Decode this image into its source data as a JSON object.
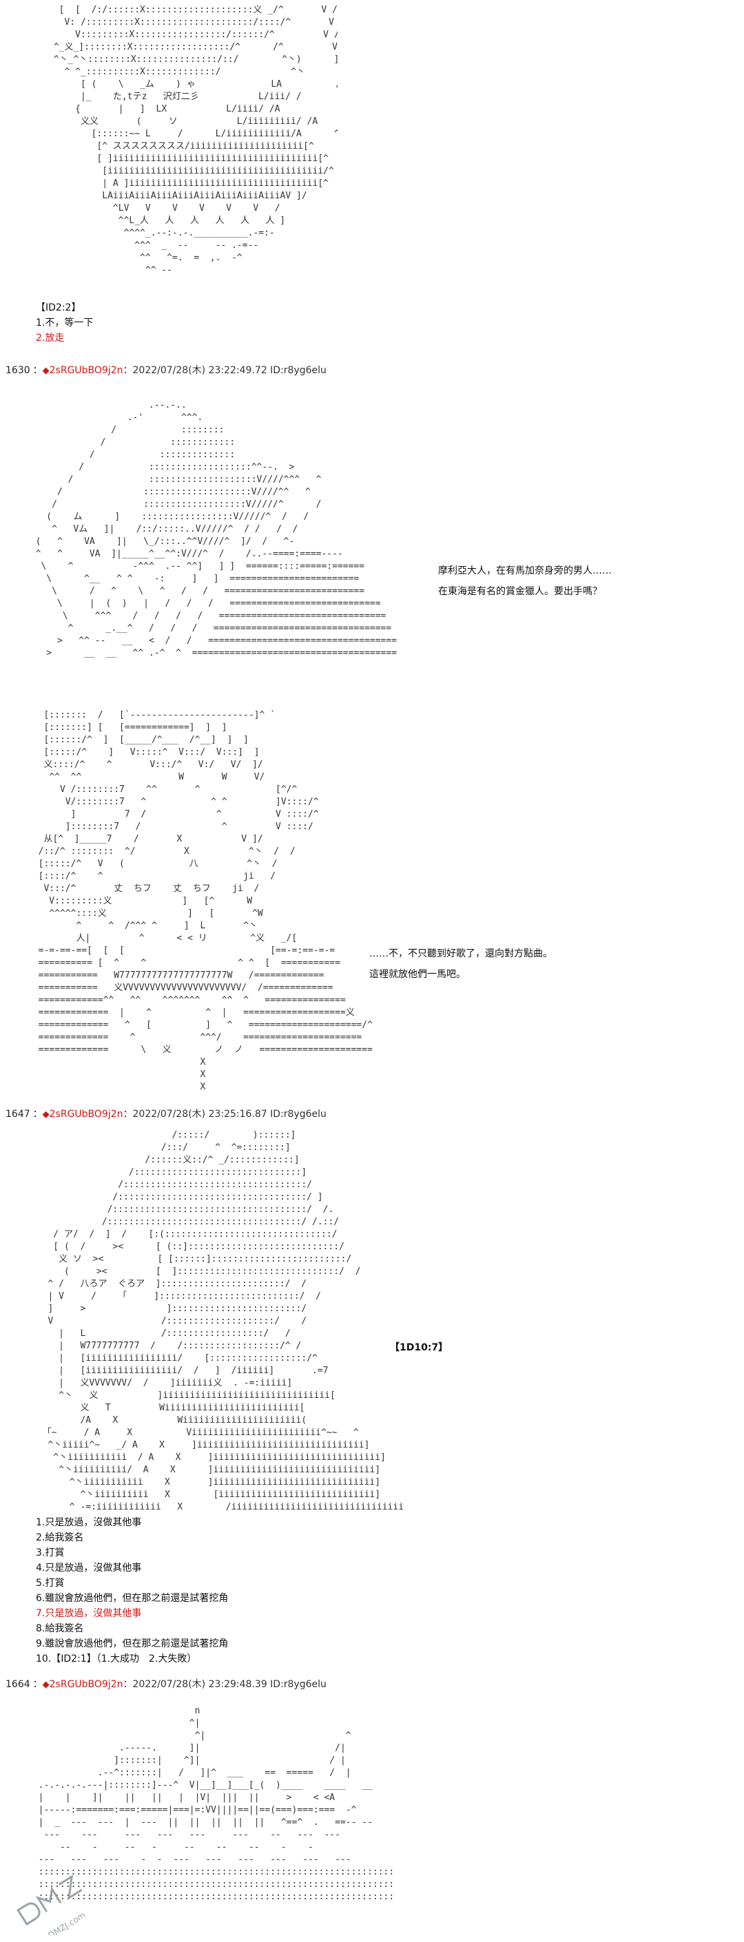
{
  "blocks": [
    {
      "id": "aa1",
      "lines": [
        "  [  [  /:/::::::X::::::::::::::::::::义 _/^       V /::::::]",
        "   V: /:::::::::X:::::::::::::::::::::/::::/^       V /:::::/",
        "     V:::::::::X:::::::::::::::::/::::::/^         V /:::::/",
        " ^_义_]::::::::X::::::::::::::::::/^      /^         V /::::/",
        " ^丶_^丶::::::::X:::::::::::::::/::/        ^丶)      ]::::::/",
        "   ^ ^_::::::::::X:::::::::::::/             ^丶       /::::/",
        "      [ (    \\   _ム    ) ゃ              LA          /::::/",
        "      |_    た,tテz   沢灯二彡           L/iii/ /         リ:::/",
        "     {       |   ]  LX           L/iiii/ /A            リ",
        "      义义       (     ソ           L/iiiiiiiii/ /A",
        "        [::::::~~ L     /      L/iiiiiiiiiiii/A      ^丶",
        "         [^ スススススススス/iiiiiiiiiiiiiiiiiiiii[^",
        "         [ ]iiiiiiiiiiiiiiiiiiiiiiiiiiiiiiiiiiiiii[^",
        "          [iiiiiiiiiiiiiiiiiiiiiiiiiiiiiiiiiiiiiiii/^ ]",
        "          | A ]iiiiiiiiiiiiiiiiiiiiiiiiiiiiiiiiiii[^  ]/",
        "          LAiiiAiiiAiiiAiiiAiiiAiiiAiiiAiiiAV ]/",
        "            ^LV   V    V    V    V    V   /",
        "             ^^L_人   人   人   人   人   人 ]",
        "              ^^^^_.--:-.-.__________.-=:-",
        "                ^^^  _  --     -- .-=--",
        "                 ^^   ^=.  =  ,.  -^",
        "                  ^^ --"
      ]
    },
    {
      "id": "aa2",
      "lines": [
        "                       .--.-..",
        "                   .-'       ^^^.",
        "                /            ::::::::",
        "              /            ::::::::::::",
        "            /            ::::::::::::::",
        "          /            :::::::::::::::::::^^--.  >",
        "        /              ::::::::::::::::::::V////^^^   ^",
        "      /               ::::::::::::::::::::V////^^   ^",
        "     /                :::::::::::::::::::V/////^      /",
        "    (    ム      ]    :::::::::::::::::V/////^  /   /",
        "     ^   Vム   ]|    /::/:::::..V/////^  / /   /  /",
        "  (   ^    VA    ]|   \\_/:::..^^V////^  ]/  /   ^-",
        "  ^   ^     VA  ]|_____^__^^:V///^  /    /..--====:====----",
        "   \\    ^           -^^^  .-- ^^]   ] ]  ======::::=====:======",
        "    \\      ^__   ^ ^    -:     ]   ]  ========================",
        "     \\      /   ^    \\   ^   /   /   ==========================",
        "      \\     |  (  )   |   /   /   /   ============================",
        "       \\     ^^^    /   /   /   /   ===============================",
        "        ^      _.__^   /   /   /   =================================",
        "      >   ^^ --   __   <  /   /   ===================================",
        "    >      __  __   ^^ .-^  ^  ======================================"
      ]
    },
    {
      "id": "aa3",
      "lines": [
        "   [:::::::  /   [`-----------------------]^ `",
        "   [:::::::] [   [============]  ]  ]",
        "   [::::::/^  ]  [_____/^___  /^__]  ]  ]",
        "   [:::::/^    ]   V:::::^  V:::/  V:::]  ]",
        "   义::::/^    ^       V:::/^   V:/   V/  ]/",
        "    ^^  ^^                  W       W     V/",
        "      V /::::::::7    ^^       ^              [^/^",
        "       V/::::::::7   ^            ^ ^         ]V::::/^",
        "        ]         7  /             ^          V ::::/^",
        "       ]::::::::7   /               ^         V ::::/",
        "   从[^  ]_____7    /       X           V ]/",
        "  /::/^ ::::::::  ^/         X           ^丶  /  /",
        "  [:::::/^   V   (            八         ^丶  /",
        "  [::::/^    ^                          ji   /",
        "   V:::/^       丈  ちフ    丈  ちフ    ji  /",
        "    V:::::::::义             ]   [^      W",
        "    ^^^^^::::义               ]   [       ^W",
        "         ^     ^  /^^^ ^     ]  L       ^丶",
        "         人|         ^      < < リ        ^义   _/[",
        "  =-=-==-==[  [  [                           [==-=:==-=-=",
        "  ========== [  ^    ^                 ^ ^  [  ===========",
        "  ===========   W77777777777777777777W   /=============",
        "  ===========   义VVVVVVVVVVVVVVVVVVVVVV/  /=============",
        "  ============^^   ^^    ^^^^^^^    ^^  ^   ===============",
        "  =============  |    ^          ^  |   ===================义",
        "  =============   ^   [          ]   ^   =====================/^",
        "  =============    ^            ^^^/    ======================",
        "  =============      \\   义        ノ  ノ   =====================",
        "                                X",
        "                                X",
        "                                X"
      ]
    },
    {
      "id": "aa4",
      "lines": [
        "                          /:::::/        )::::::]",
        "                        /:::/     ^  ^=::::::::]",
        "                     /::::::义::/^ _/::::::::::::]",
        "                  /:::::::::::::::::::::::::::::::]",
        "                /::::::::::::::::::::::::::::::::::/",
        "               /:::::::::::::::::::::::::::::::::::/ ]",
        "              /::::::::::::::::::::::::::::::::::::/  /.",
        "             /::::::::::::::::::::::::::::::::::::/ /.::/",
        "    / ア/  /  ]  /    [:(:::::::::::::::::::::::::::::::/",
        "    [ (  /     ><      [ (::]::::::::::::::::::::::::::::/",
        "     义 ソ  ><          [ [::::::]:::::::::::::::::::::::::/",
        "      (     ><         [  ]::::::::::::::::::::::::::::::/  /",
        "   ^ /   八ろア  ぐろア  ]:::::::::::::::::::::::/  /",
        "   | V     /    「     ]::::::::::::::::::::::::::/  /",
        "   ]     >               ]::::::::::::::::::::::::/",
        "   V                    /::::::::::::::::::::/    /",
        "     |   L              /::::::::::::::::::/   /",
        "     |   W7777777777  /    /::::::::::::::::::/^ /",
        "     |   [iiiiiiiiiiiiiiiii/    [::::::::::::::::::/^",
        "     |   [iiiiiiiiiiiiiiiii/  /   ]  /iiiiii]       .=7",
        "     |   义VVVVVVV/  /    ]iiiiiii义  . -=:iiiii]",
        "     ^丶   义           ]iiiiiiiiiiiiiiiiiiiiiiiiiiiiiii[",
        "         义   T         Wiiiiiiiiiiiiiiiiiiiiiiiii[",
        "         /A    X           Wiiiiiiiiiiiiiiiiiiiiii(",
        "  「~     / A     X          Viiiiiiiiiiiiiiiiiiiiiiii^~~   ^",
        "   ^丶iiiii^~   _/ A    X     ]iiiiiiiiiiiiiiiiiiiiiiiiiiiiiii]",
        "    ^丶iiiiiiiiiii  / A    X     ]iiiiiiiiiiiiiiiiiiiiiiiiiiiiiii]",
        "     ^丶iiiiiiiiii/  A    X      ]iiiiiiiiiiiiiiiiiiiiiiiiiiiiii]",
        "       ^丶iiiiiiiiiii    X       ]iiiiiiiiiiiiiiiiiiiiiiiiiiiiii]",
        "         ^丶iiiiiiiiii   X        [iiiiiiiiiiiiiiiiiiiiiiiiiiiii]",
        "       ^ -=:iiiiiiiiiiii   X        /iiiiiiiiiiiiiiiiiiiiiiiiiiiiiiii]"
      ]
    },
    {
      "id": "aa5",
      "lines": [
        "                               n",
        "                              ^|",
        "                               ^|                          ^",
        "                 .-----.      ]|                         /|",
        "                ]:::::::|    ^]|                        / |",
        "             .--^:::::::|   /   ]|^  ___    ==  =====   /  |",
        "  .-.-.-.-.---|::::::::]---^  V|__]__]___[_(  )____    ____   __",
        "  |    |    ]|    ||   ||   |  |V|  |||  ||     >    < <A",
        "  |-----:=======:===:=====|===|=:VV||||==||==(===)===:===  -^",
        "  |  _  ---  ---  |  ---  ||  ||  ||  ||  ||   ^==^  .   ==-- --",
        "   ---    ---     ---   ---   ---     ---    --   ---  ---",
        "      --    -     --   -     --    --    --    -    -",
        "  ---   ---   ---    -  -  ---   ---   ---   ---   ---   ---",
        "  ::::::::::::::::::::::::::::::::::::::::::::::::::::::::::::::::::",
        "  ::::::::::::::::::::::::::::::::::::::::::::::::::::::::::::::::::",
        "  ::::::::::::::::::::::::::::::::::::::::::::::::::::::::::::::::::"
      ]
    }
  ],
  "choices": {
    "c1": {
      "header": "【ID2:2】",
      "options": [
        {
          "text": "1.不，等一下",
          "highlight": false
        },
        {
          "text": "2.放走",
          "highlight": true
        }
      ]
    },
    "c2": {
      "header": "【1D10:7】",
      "options": [
        {
          "text": "1.只是放過，沒做其他事",
          "highlight": false
        },
        {
          "text": "2.給我簽名",
          "highlight": false
        },
        {
          "text": "3.打賞",
          "highlight": false
        },
        {
          "text": "4.只是放過，沒做其他事",
          "highlight": false
        },
        {
          "text": "5.打賞",
          "highlight": false
        },
        {
          "text": "6.雖說會放過他們，但在那之前還是試著挖角",
          "highlight": false
        },
        {
          "text": "7.只是放過，沒做其他事",
          "highlight": true
        },
        {
          "text": "8.給我簽名",
          "highlight": false
        },
        {
          "text": "9.雖說會放過他們，但在那之前還是試著挖角",
          "highlight": false
        },
        {
          "text": "10.【ID2:1】（1.大成功　2.大失敗）",
          "highlight": false
        }
      ]
    }
  },
  "dialogue": {
    "d1": [
      "摩利亞大人，在有馬加奈身旁的男人……",
      "在東海是有名的賞金獵人。要出手嗎？"
    ],
    "d2": [
      "……不，不只聽到好歌了，還向對方點曲。",
      "這裡就放他們一馬吧。"
    ]
  },
  "posts": [
    {
      "num": "1630",
      "sep": "：",
      "diamond": "◆",
      "trip": "2sRGUbBO9j2n",
      "meta": "：2022/07/28(木) 23:22:49.72 ID:r8yg6elu"
    },
    {
      "num": "1647",
      "sep": "：",
      "diamond": "◆",
      "trip": "2sRGUbBO9j2n",
      "meta": "：2022/07/28(木) 23:25:16.87 ID:r8yg6elu"
    },
    {
      "num": "1664",
      "sep": "：",
      "diamond": "◆",
      "trip": "2sRGUbBO9j2n",
      "meta": "：2022/07/28(木) 23:29:48.39 ID:r8yg6elu"
    }
  ],
  "watermark": {
    "text": "DMZJ.com"
  },
  "colors": {
    "highlight": "#d01818",
    "text": "#111111",
    "art": "#333333"
  }
}
